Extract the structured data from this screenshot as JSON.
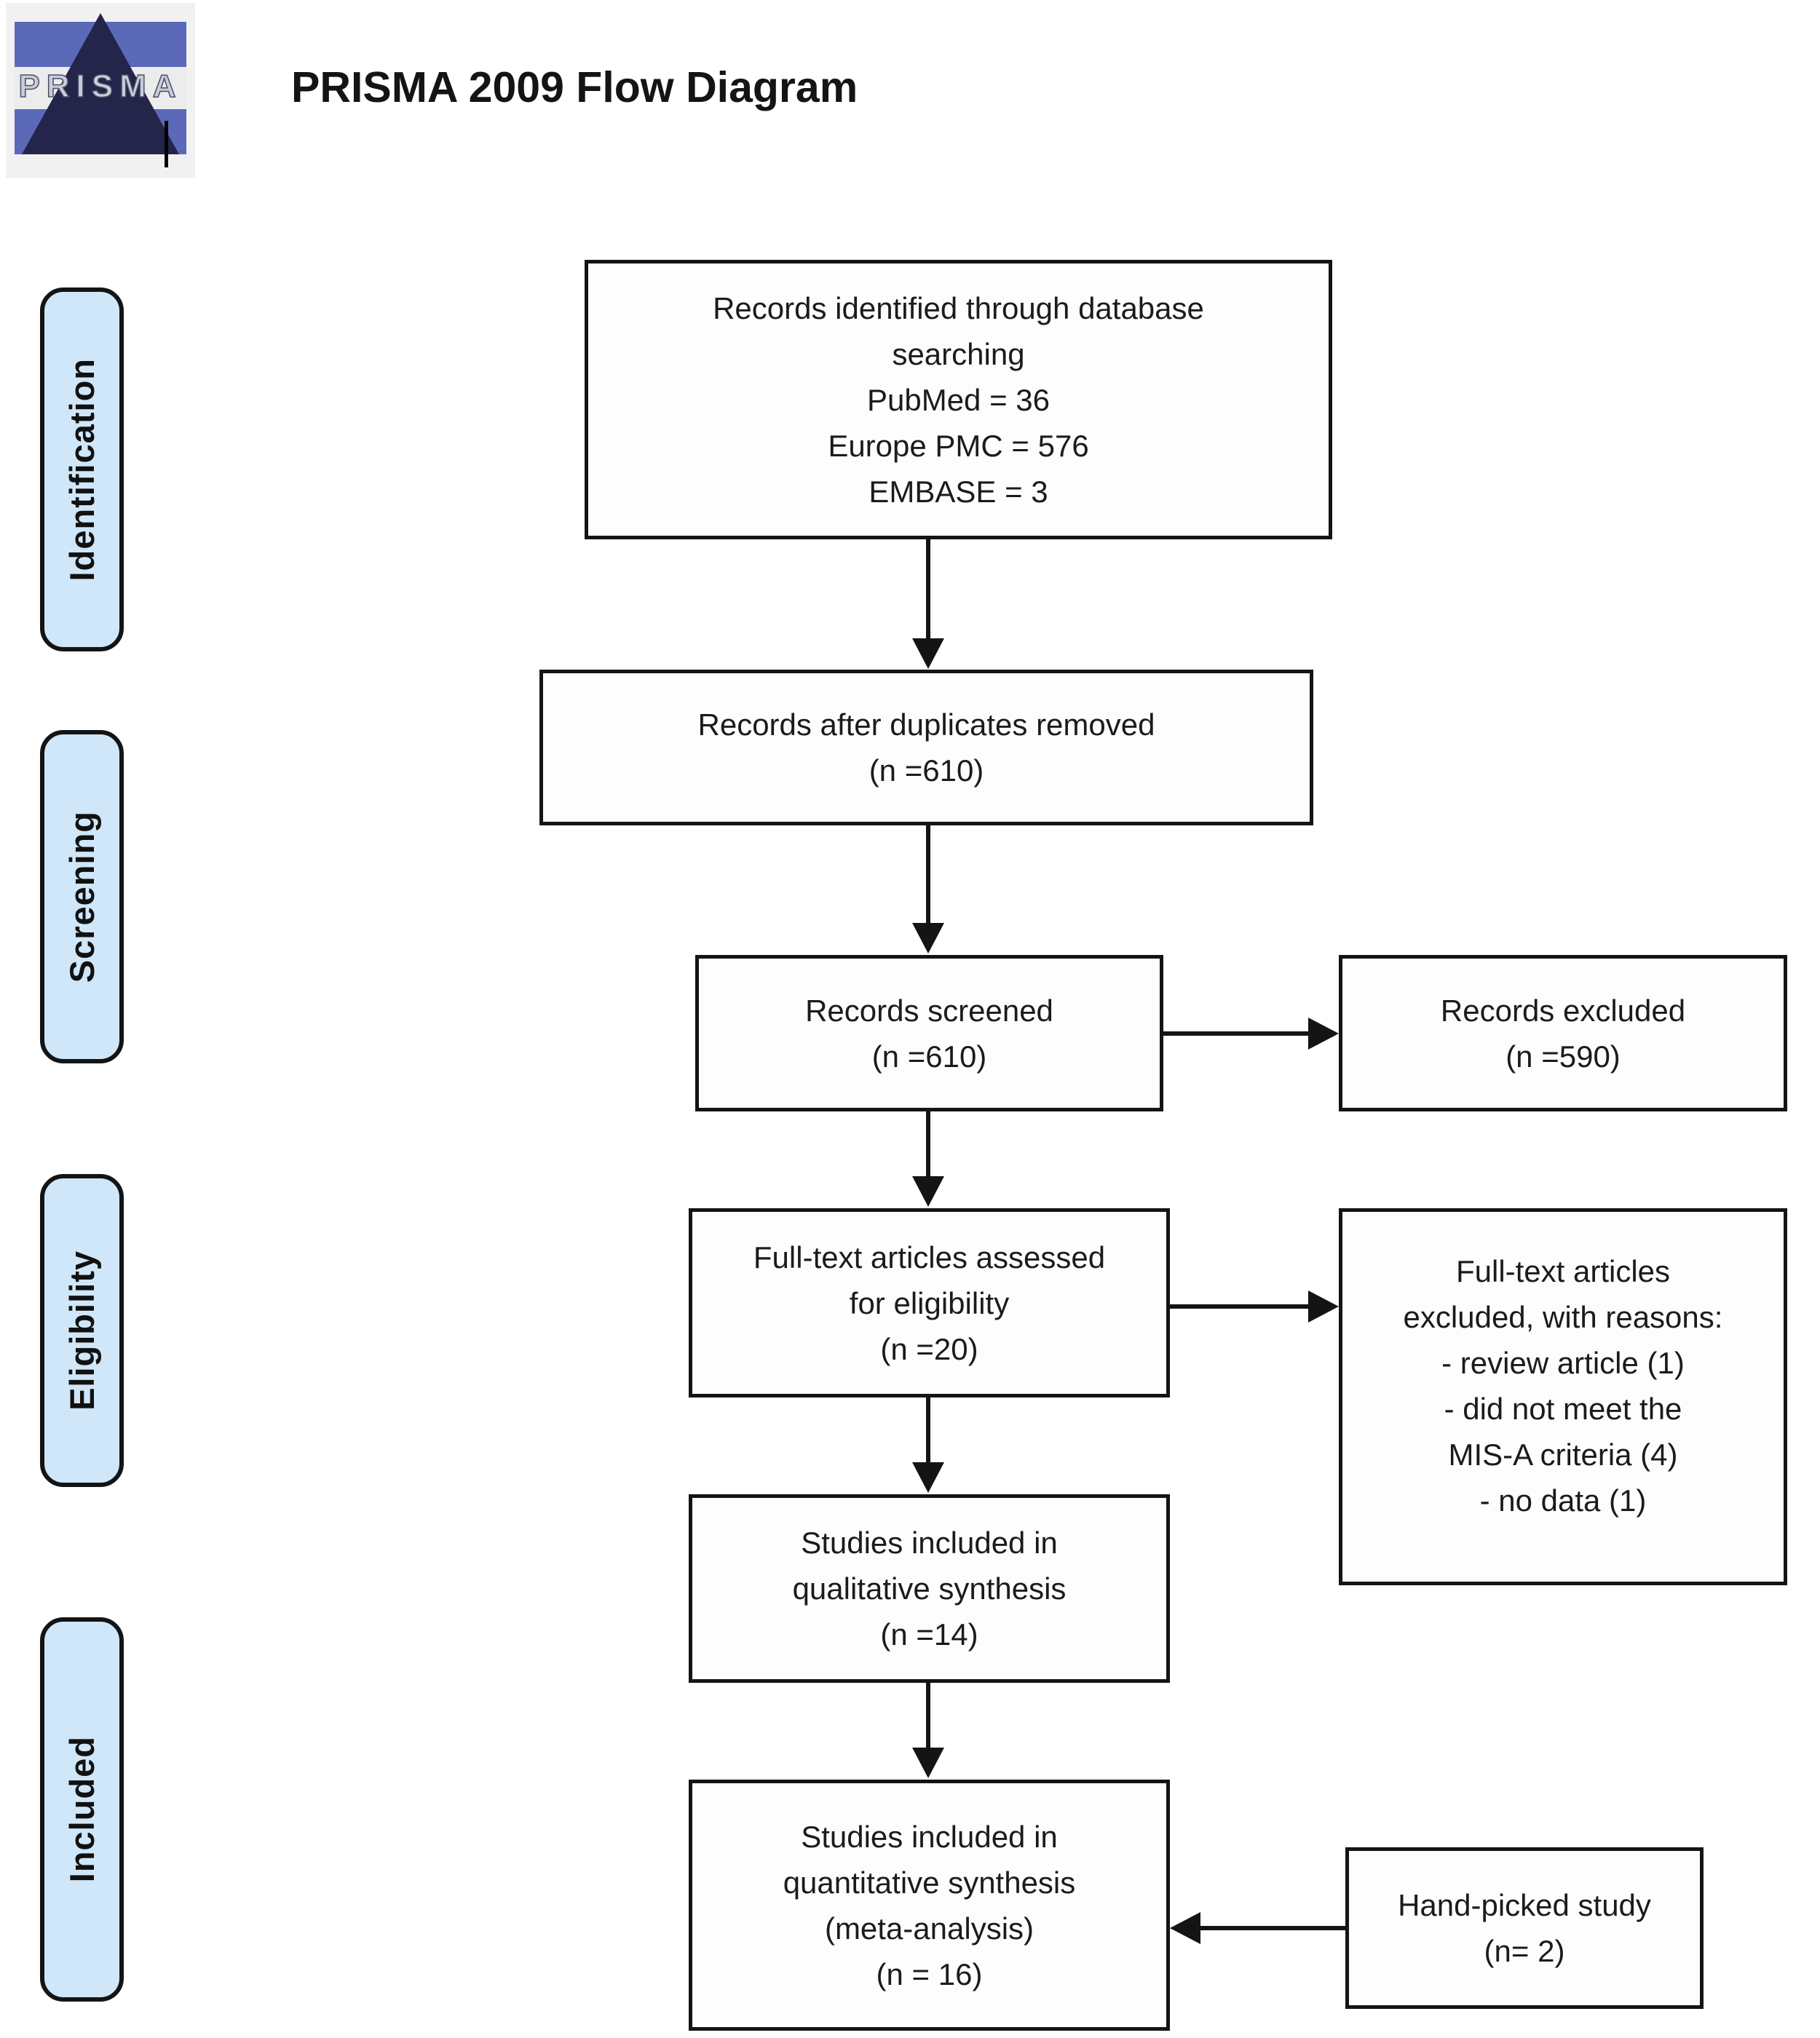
{
  "header": {
    "title": "PRISMA 2009 Flow Diagram",
    "logo_text": "PRISMA"
  },
  "colors": {
    "stage_fill": "#cfe7f8",
    "box_border": "#141414",
    "logo_blue": "#5b69b8",
    "logo_navy": "#23254a"
  },
  "stages": [
    {
      "label": "Identification"
    },
    {
      "label": "Screening"
    },
    {
      "label": "Eligibility"
    },
    {
      "label": "Included"
    }
  ],
  "boxes": {
    "identified": {
      "lines": [
        "Records identified through database",
        "searching",
        "PubMed = 36",
        "Europe PMC = 576",
        "EMBASE = 3"
      ]
    },
    "duplicates": {
      "lines": [
        "Records after duplicates removed",
        "(n =610)"
      ]
    },
    "screened": {
      "lines": [
        "Records screened",
        "(n =610)"
      ]
    },
    "excluded": {
      "lines": [
        "Records excluded",
        "(n =590)"
      ]
    },
    "assessed": {
      "lines": [
        "Full-text articles assessed",
        "for eligibility",
        "(n =20)"
      ]
    },
    "excluded_reasons": {
      "lines": [
        "Full-text articles",
        "excluded, with reasons:",
        "- review article (1)",
        "- did not meet the",
        "MIS-A criteria (4)",
        "- no data (1)"
      ]
    },
    "qualitative": {
      "lines": [
        "Studies included in",
        "qualitative synthesis",
        "(n =14)"
      ]
    },
    "quantitative": {
      "lines": [
        "Studies included in",
        "quantitative synthesis",
        "(meta-analysis)",
        "(n = 16)"
      ]
    },
    "handpicked": {
      "lines": [
        "Hand-picked study",
        "(n= 2)"
      ]
    }
  }
}
